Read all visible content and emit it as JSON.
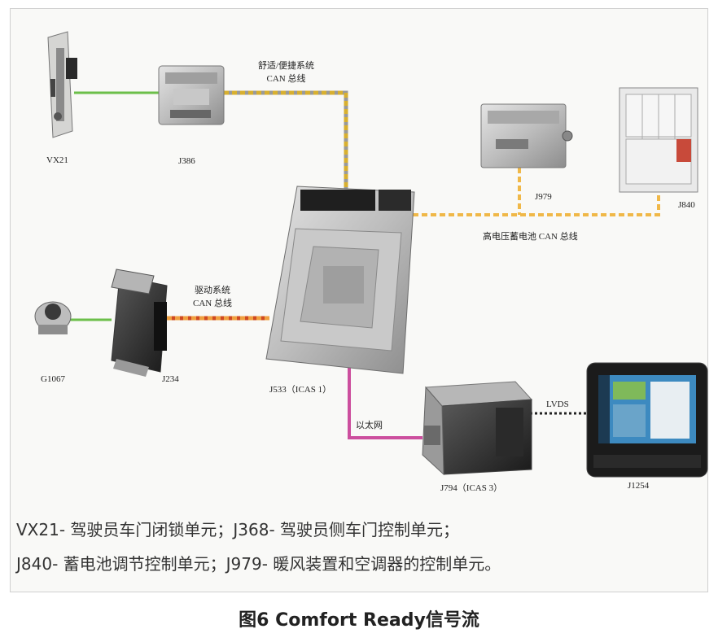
{
  "components": {
    "vx21": "VX21",
    "j386": "J386",
    "j979": "J979",
    "j840": "J840",
    "g1067": "G1067",
    "j234": "J234",
    "j533": "J533（ICAS 1）",
    "j794": "J794（ICAS 3）",
    "j1254": "J1254"
  },
  "buses": {
    "comfort_line1": "舒适/便捷系统",
    "comfort_line2": "CAN 总线",
    "drive_line1": "驱动系统",
    "drive_line2": "CAN 总线",
    "hv_battery": "高电压蓄电池 CAN 总线",
    "ethernet": "以太网",
    "lvds": "LVDS"
  },
  "wire_colors": {
    "green": "#6cbf4a",
    "comfort_can": "#d8b030",
    "drive_can": "#e8752a",
    "hv_can": "#f0b848",
    "ethernet": "#cc4f9e",
    "lvds": "#222222"
  },
  "legend": {
    "line1": "VX21- 驾驶员车门闭锁单元；J368- 驾驶员侧车门控制单元；",
    "line2": "J840- 蓄电池调节控制单元；J979- 暖风装置和空调器的控制单元。"
  },
  "figure_title": "图6 Comfort Ready信号流"
}
